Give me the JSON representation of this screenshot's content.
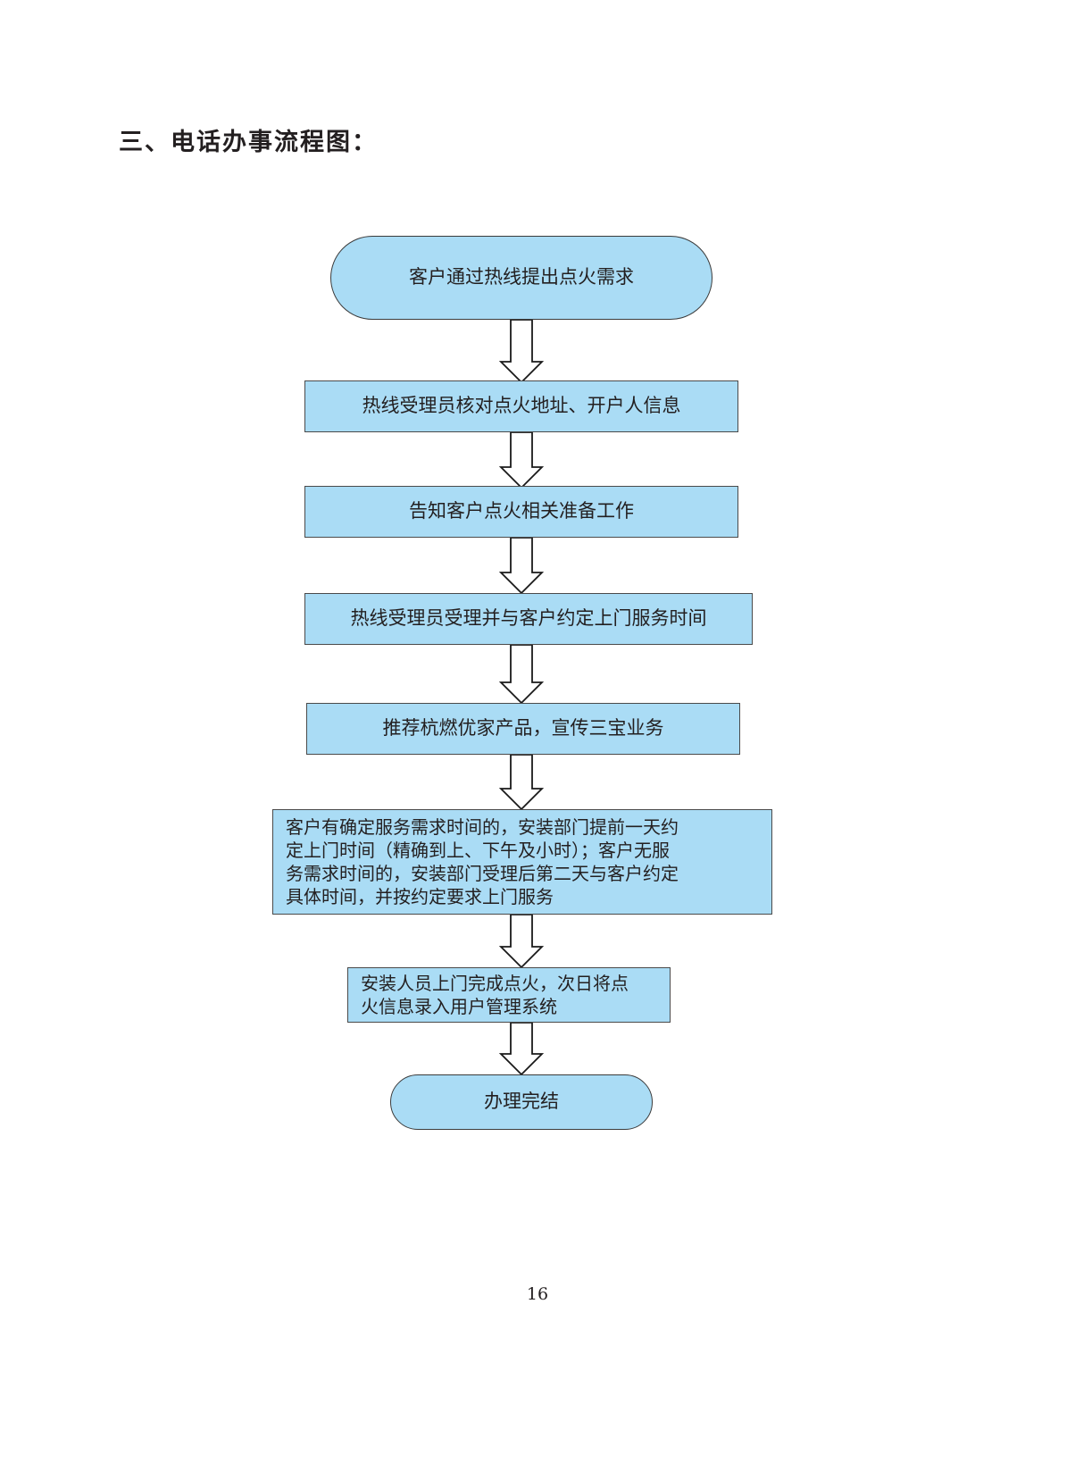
{
  "heading": "三、电话办事流程图：",
  "page_number": "16",
  "style": {
    "node_fill": "#aadcf5",
    "node_border": "#4a4a4a",
    "text_color": "#231f20",
    "page_background": "#ffffff"
  },
  "chart_data": {
    "type": "diagram",
    "title": "三、电话办事流程图：",
    "orientation": "top-to-bottom",
    "nodes": [
      {
        "id": "n0",
        "shape": "terminator",
        "label": "客户通过热线提出点火需求"
      },
      {
        "id": "n1",
        "shape": "process",
        "label": "热线受理员核对点火地址、开户人信息"
      },
      {
        "id": "n2",
        "shape": "process",
        "label": "告知客户点火相关准备工作"
      },
      {
        "id": "n3",
        "shape": "process",
        "label": "热线受理员受理并与客户约定上门服务时间"
      },
      {
        "id": "n4",
        "shape": "process",
        "label": "推荐杭燃优家产品，宣传三宝业务"
      },
      {
        "id": "n5",
        "shape": "process",
        "label": "客户有确定服务需求时间的，安装部门提前一天约\n定上门时间（精确到上、下午及小时）；客户无服\n务需求时间的，安装部门受理后第二天与客户约定\n具体时间，并按约定要求上门服务"
      },
      {
        "id": "n6",
        "shape": "process",
        "label": "安装人员上门完成点火，次日将点\n火信息录入用户管理系统"
      },
      {
        "id": "n7",
        "shape": "terminator",
        "label": "办理完结"
      }
    ],
    "edges": [
      {
        "from": "n0",
        "to": "n1",
        "style": "open-double-line-arrow",
        "direction": "down"
      },
      {
        "from": "n1",
        "to": "n2",
        "style": "open-double-line-arrow",
        "direction": "down"
      },
      {
        "from": "n2",
        "to": "n3",
        "style": "open-double-line-arrow",
        "direction": "down"
      },
      {
        "from": "n3",
        "to": "n4",
        "style": "open-double-line-arrow",
        "direction": "down"
      },
      {
        "from": "n4",
        "to": "n5",
        "style": "open-double-line-arrow",
        "direction": "down"
      },
      {
        "from": "n5",
        "to": "n6",
        "style": "open-double-line-arrow",
        "direction": "down"
      },
      {
        "from": "n6",
        "to": "n7",
        "style": "open-double-line-arrow",
        "direction": "down"
      }
    ]
  }
}
